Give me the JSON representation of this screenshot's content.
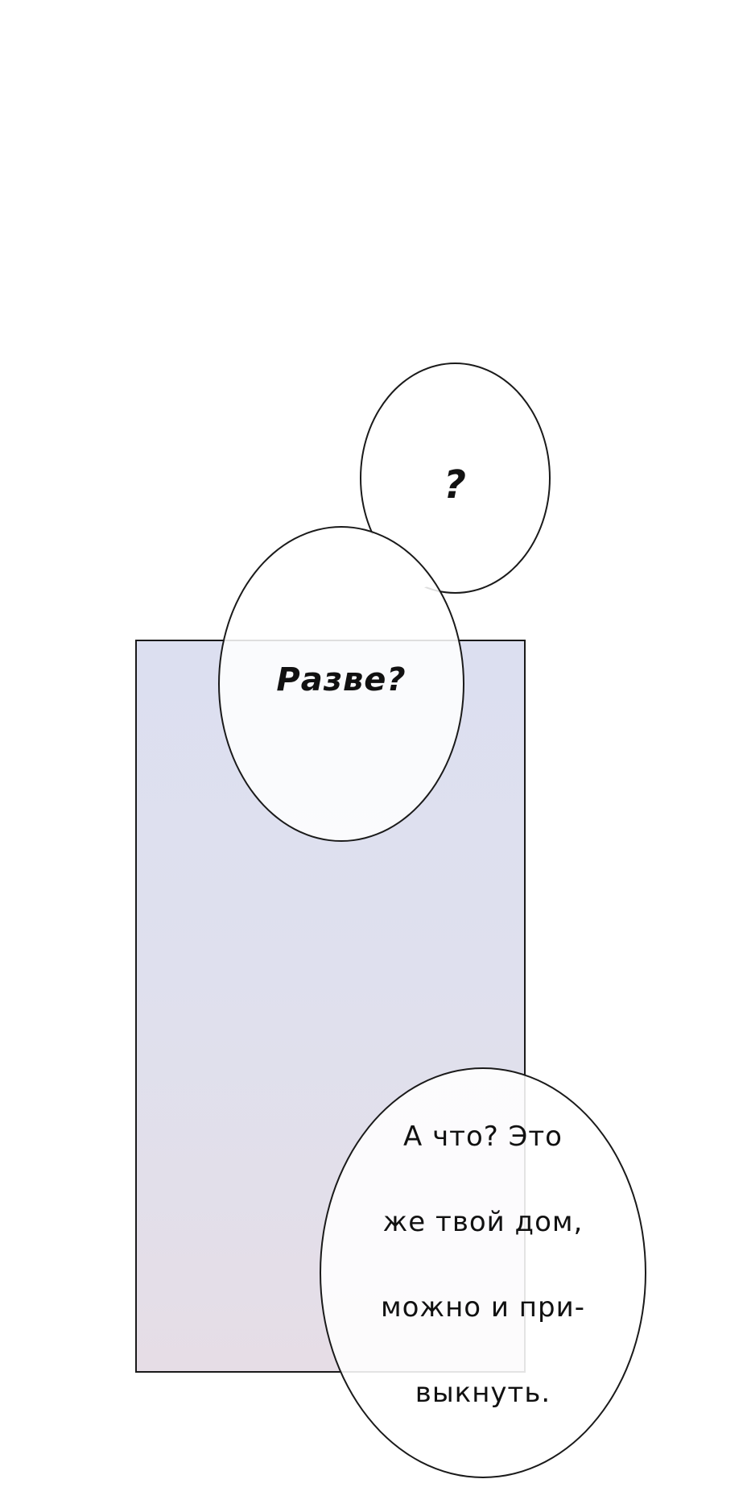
{
  "bubbles": {
    "question": "?",
    "razve": "Разве?",
    "main_lines": [
      "А что? Это",
      "же твой дом,",
      "можно и при-",
      "выкнуть."
    ]
  },
  "colors": {
    "background": "#ffffff",
    "panel_top": "#dcdff0",
    "panel_bottom": "#e6dde6",
    "outline": "#1a1a1a"
  }
}
